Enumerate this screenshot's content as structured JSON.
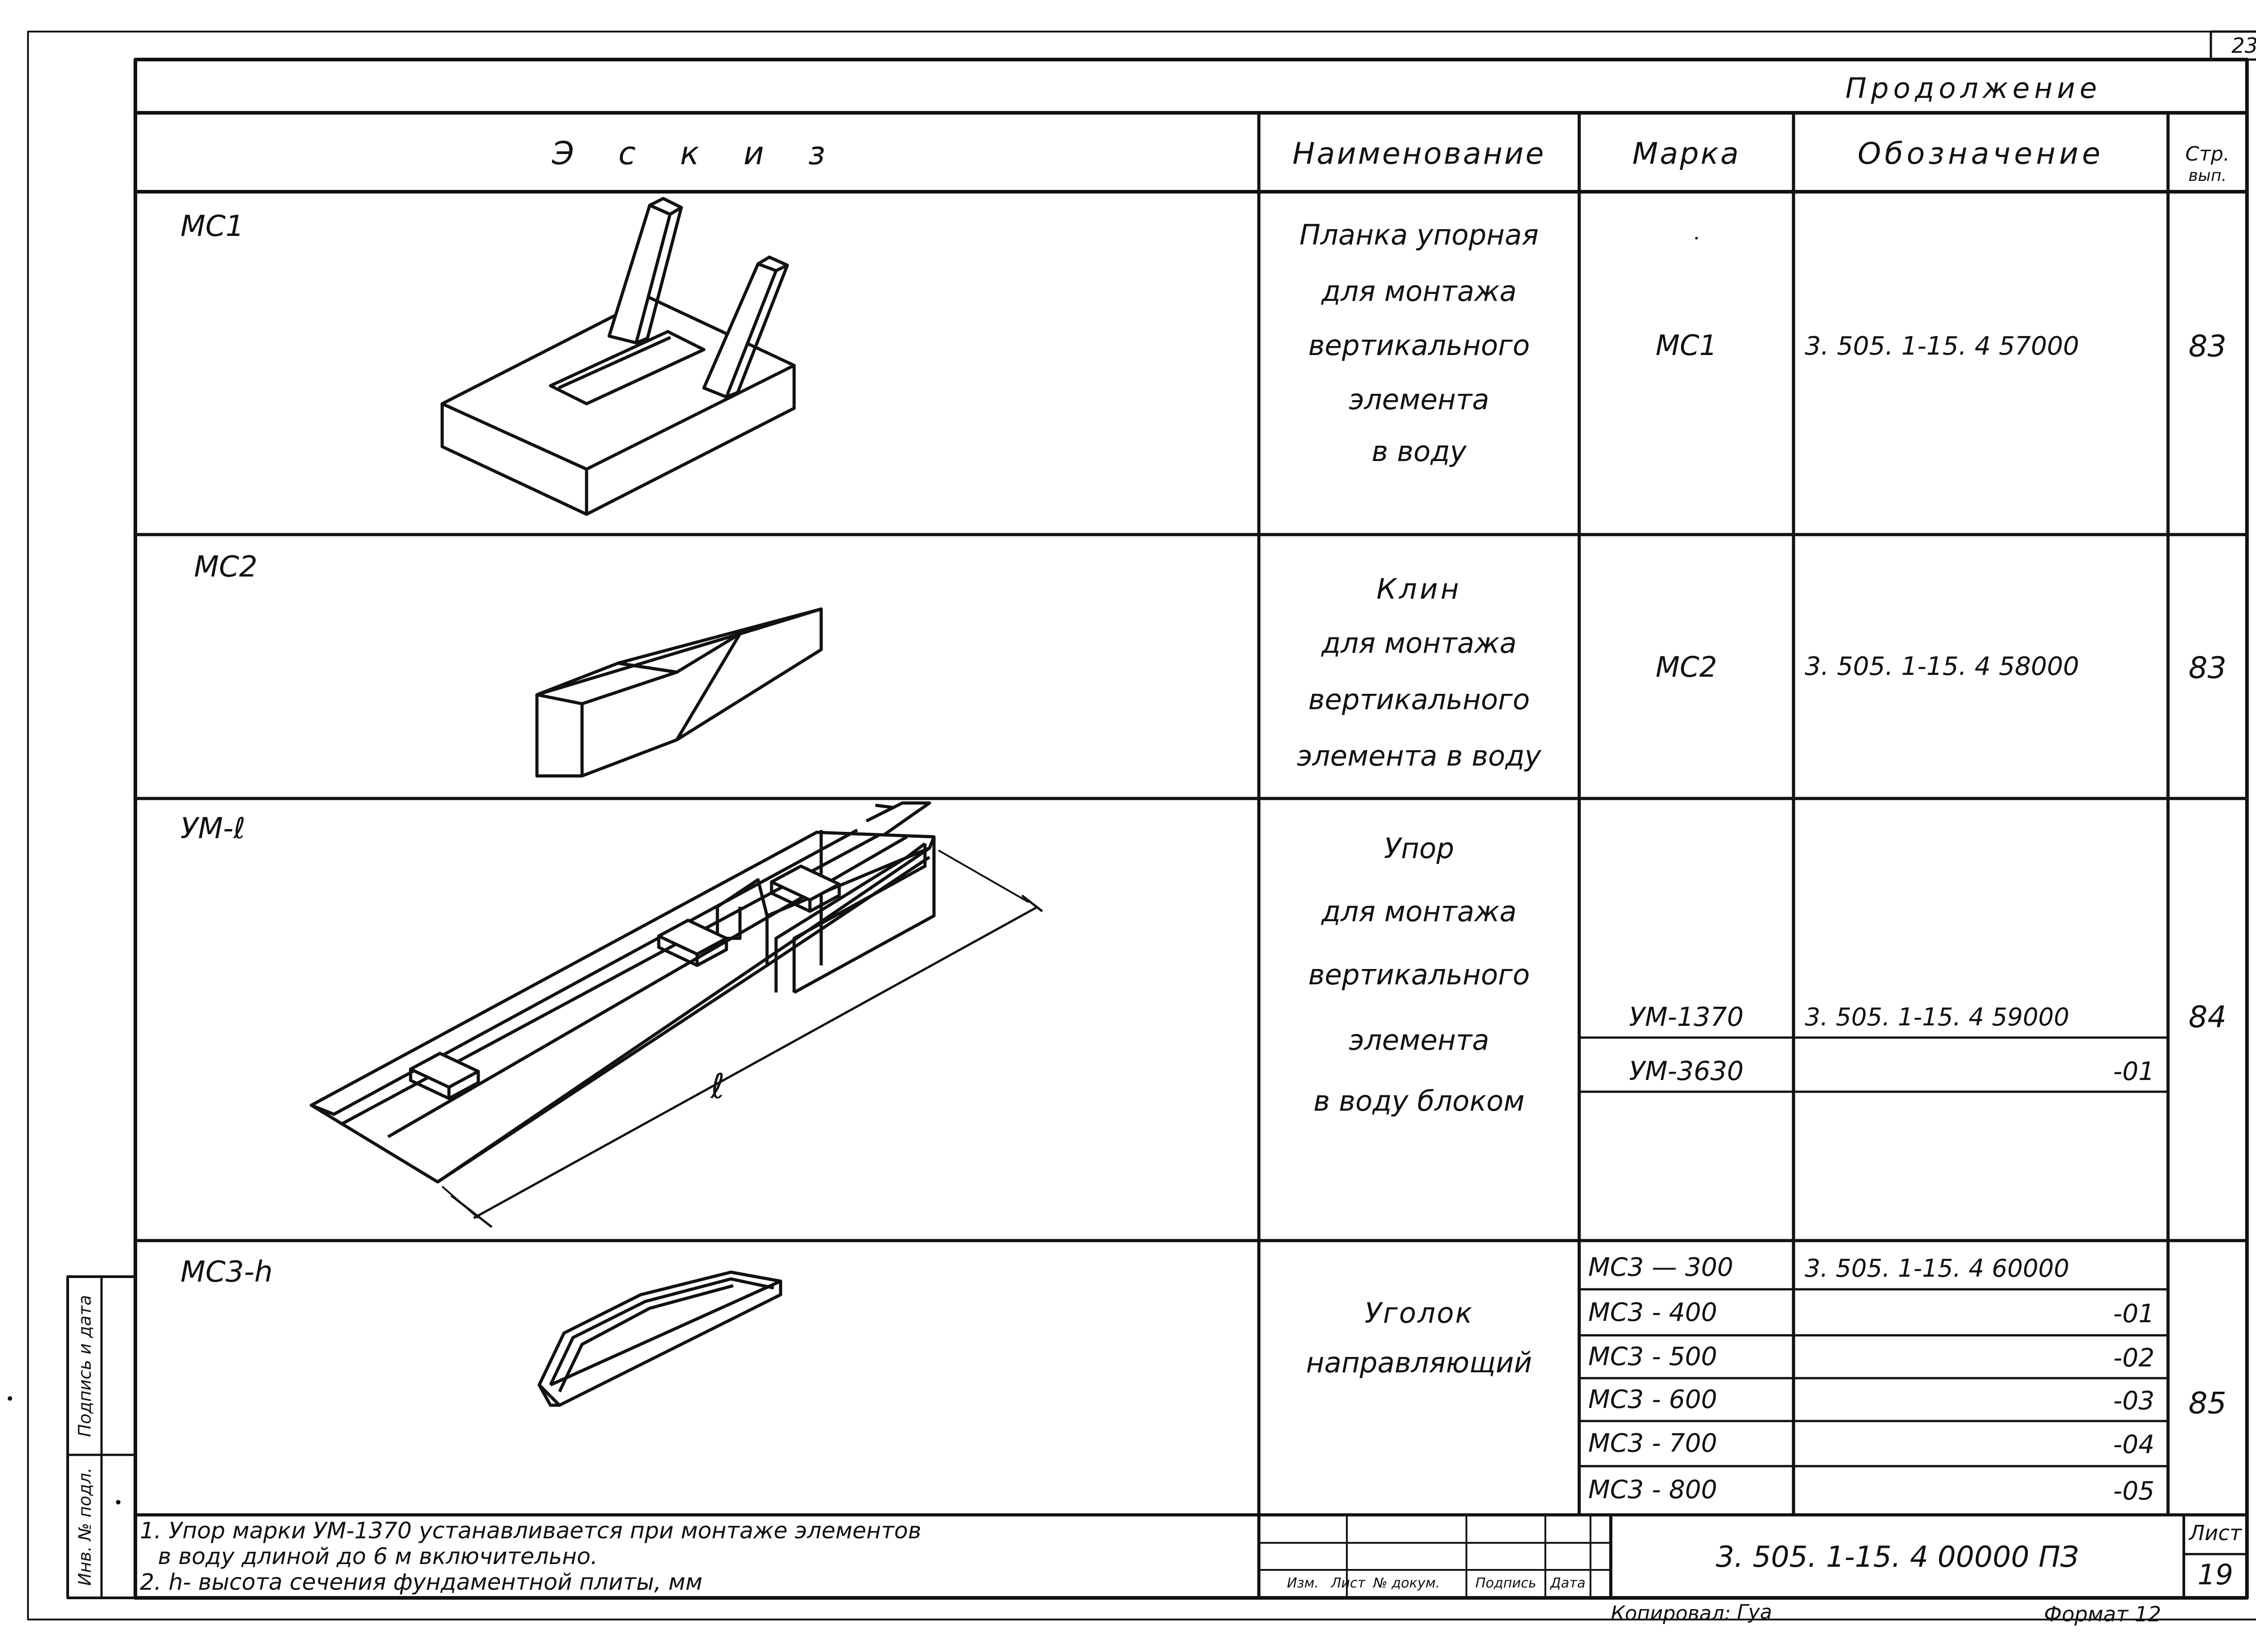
{
  "sheet_corner_number": "23",
  "continuation": "Продолжение",
  "header": {
    "sketch": "Э с к и з",
    "name": "Наименование",
    "mark": "Марка",
    "designation": "Обозначение",
    "page_line1": "Стр.",
    "page_line2": "вып."
  },
  "rows": [
    {
      "label": "МС1",
      "name_lines": [
        "Планка упорная",
        "для монтажа",
        "вертикального",
        "элемента",
        "в воду"
      ],
      "marks": [
        {
          "mark": "МС1",
          "designation": "3. 505. 1-15. 4   57000"
        }
      ],
      "page": "83"
    },
    {
      "label": "МС2",
      "name_lines": [
        "Клин",
        "для монтажа",
        "вертикального",
        "элемента в воду"
      ],
      "marks": [
        {
          "mark": "МС2",
          "designation": "3. 505. 1-15. 4 58000"
        }
      ],
      "page": "83"
    },
    {
      "label": "УМ-ℓ",
      "dimension_label": "ℓ",
      "name_lines": [
        "Упор",
        "для монтажа",
        "вертикального",
        "элемента",
        "в воду блоком"
      ],
      "marks": [
        {
          "mark": "УМ-1370",
          "designation": "3. 505. 1-15. 4   59000"
        },
        {
          "mark": "УМ-3630",
          "designation": "-01"
        }
      ],
      "page": "84"
    },
    {
      "label": "МС3-h",
      "name_lines": [
        "Уголок",
        "направляющий"
      ],
      "marks": [
        {
          "mark": "МС3 — 300",
          "designation": "3. 505. 1-15. 4 60000"
        },
        {
          "mark": "МС3 - 400",
          "designation": "-01"
        },
        {
          "mark": "МС3 - 500",
          "designation": "-02"
        },
        {
          "mark": "МС3 - 600",
          "designation": "-03"
        },
        {
          "mark": "МС3 - 700",
          "designation": "-04"
        },
        {
          "mark": "МС3 - 800",
          "designation": "-05"
        }
      ],
      "page": "85"
    }
  ],
  "notes": [
    "1. Упор марки УМ-1370 устанавливается при монтаже элементов",
    "в воду длиной до 6 м включительно.",
    "2. h- высота сечения фундаментной плиты, мм"
  ],
  "stamp": {
    "col_labels": [
      "Изм.",
      "Лист",
      "№ докум.",
      "Подпись",
      "Дата"
    ],
    "document_code": "3. 505. 1-15. 4   00000 ПЗ",
    "sheet_label": "Лист",
    "sheet_number": "19"
  },
  "side_stamp": [
    "Инв. № подл.",
    "Подпись и дата"
  ],
  "footer": {
    "copied": "Копировал:",
    "copied_signature": "Гуа",
    "format": "Формат 12"
  }
}
